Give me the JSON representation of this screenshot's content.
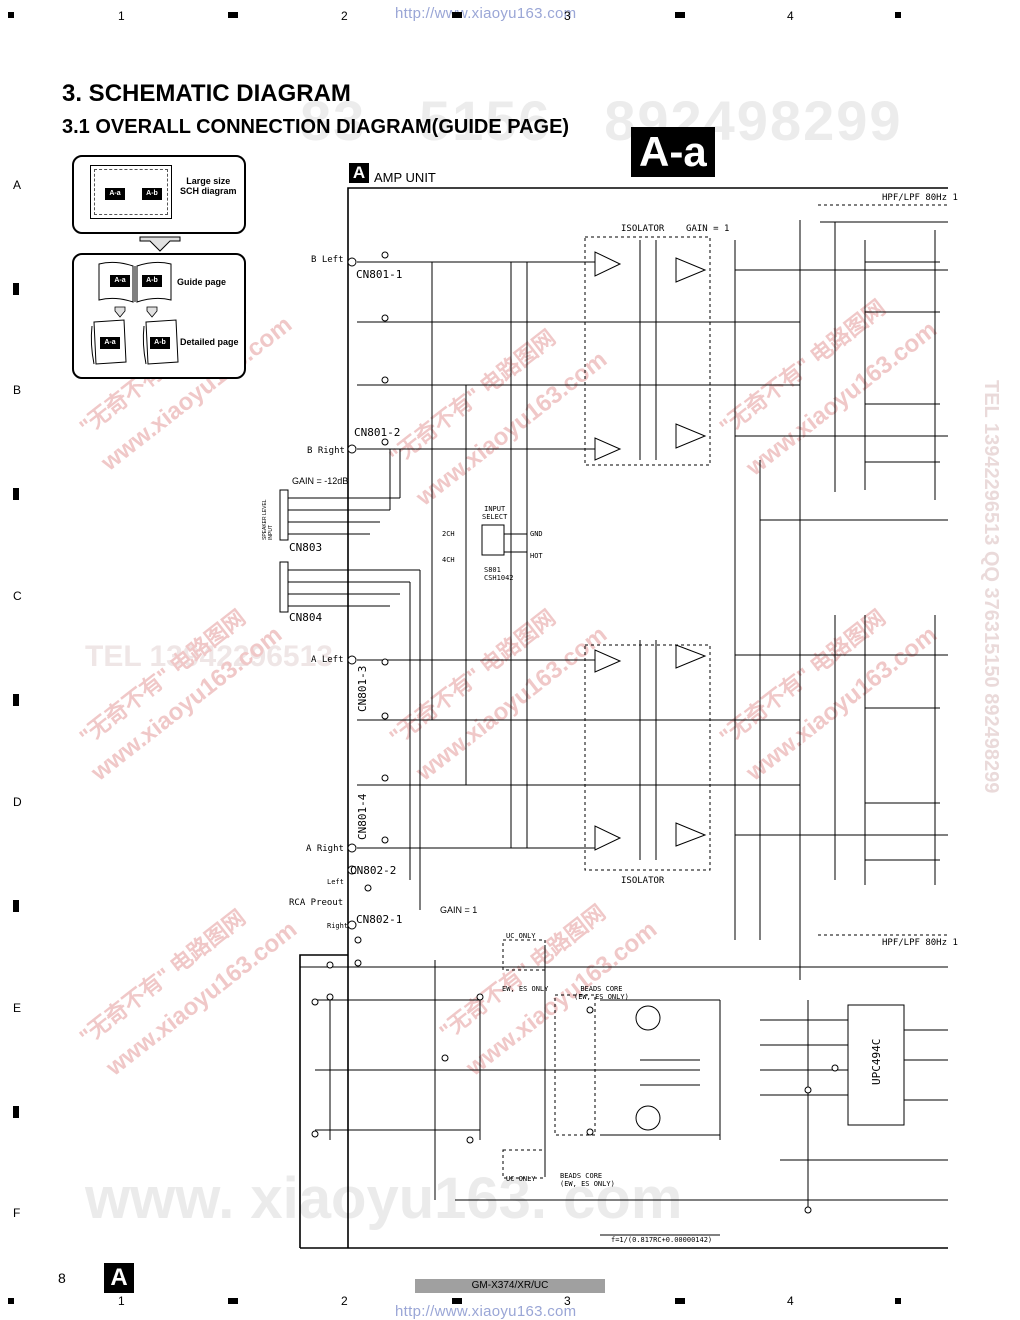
{
  "header": {
    "url": "http://www.xiaoyu163.com",
    "col_numbers": [
      "1",
      "2",
      "3",
      "4"
    ]
  },
  "row_letters": [
    "A",
    "B",
    "C",
    "D",
    "E",
    "F"
  ],
  "titles": {
    "main": "3. SCHEMATIC DIAGRAM",
    "sub": "3.1 OVERALL CONNECTION DIAGRAM(GUIDE PAGE)",
    "page_badge": "A-a"
  },
  "guide": {
    "large_size_label": "Large size\nSCH diagram",
    "guide_page_label": "Guide page",
    "detailed_page_label": "Detailed page",
    "tag_a": "A-a",
    "tag_b": "A-b"
  },
  "amp_unit": {
    "box_letter": "A",
    "label": "AMP UNIT"
  },
  "schematic": {
    "connectors": [
      "CN801-1",
      "CN801-2",
      "CN803",
      "CN804",
      "CN801-3",
      "CN801-4",
      "CN802-2",
      "CN802-1"
    ],
    "inputs": [
      "B Left",
      "B Right",
      "A Left",
      "A Right",
      "RCA Preout"
    ],
    "gain_speaker": "GAIN = -12dB",
    "gain_rca": "GAIN = 1",
    "isolator_top": "ISOLATOR    GAIN = 1",
    "isolator_bottom": "ISOLATOR",
    "filter_top": "HPF/LPF 80Hz 1",
    "filter_bottom": "HPF/LPF 80Hz 1",
    "input_select": "INPUT\nSELECT",
    "ic_upc": "UPC494C",
    "uc_only": "UC ONLY",
    "beads_core_top": "BEADS CORE\n(EW, ES ONLY)",
    "beads_core_bottom": "BEADS CORE\n(EW, ES ONLY)",
    "ew_es_only": "EW, ES ONLY",
    "formula": "f=1/(0.817RC+0.00000142)",
    "speaker_level_input": "SPEAKER LEVEL\nINPUT",
    "ch_sel": [
      "2CH",
      "4CH"
    ],
    "gnd": "GND",
    "hot": "HOT",
    "left": "Left",
    "right": "Right",
    "s801": "S801\nCSH1042"
  },
  "footer": {
    "page_number": "8",
    "box_letter": "A",
    "model": "GM-X374/XR/UC"
  },
  "watermarks": {
    "big_top": "83   5156   892498299",
    "big_bottom": "www. xiaoyu163. com",
    "mid": "TEL 13942296513",
    "side": "TEL 13942296513  QQ 376315150  892498299",
    "chinese": "\"无奇不有\" 电路图网",
    "site": "www.xiaoyu163.com"
  }
}
